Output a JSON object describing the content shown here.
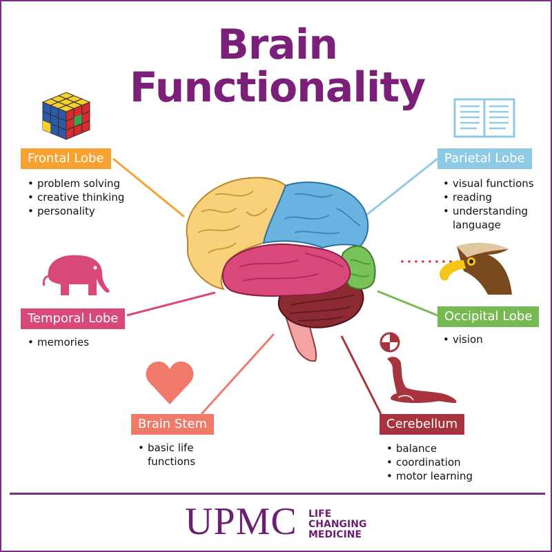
{
  "title": {
    "line1": "Brain",
    "line2": "Functionality"
  },
  "colors": {
    "title": "#7b1f78",
    "frontal": "#f7a130",
    "parietal": "#8ecae6",
    "temporal": "#d9487a",
    "occipital": "#76b852",
    "brainstem": "#f07a6a",
    "cerebellum": "#a6333e",
    "brand": "#6d1e74"
  },
  "regions": {
    "frontal": {
      "label": "Frontal Lobe",
      "functions": [
        "problem solving",
        "creative thinking",
        "personality"
      ],
      "icon": "rubiks-cube-icon"
    },
    "parietal": {
      "label": "Parietal Lobe",
      "functions": [
        "visual functions",
        "reading",
        "understanding language"
      ],
      "icon": "open-book-icon"
    },
    "temporal": {
      "label": "Temporal Lobe",
      "functions": [
        "memories"
      ],
      "icon": "elephant-icon"
    },
    "occipital": {
      "label": "Occipital Lobe",
      "functions": [
        "vision"
      ],
      "icon": "eagle-icon"
    },
    "brainstem": {
      "label": "Brain Stem",
      "functions": [
        "basic life functions"
      ],
      "icon": "heart-icon"
    },
    "cerebellum": {
      "label": "Cerebellum",
      "functions": [
        "balance",
        "coordination",
        "motor learning"
      ],
      "icon": "seal-with-ball-icon"
    }
  },
  "footer": {
    "brand": "UPMC",
    "tagline": [
      "LIFE",
      "CHANGING",
      "MEDICINE"
    ]
  }
}
